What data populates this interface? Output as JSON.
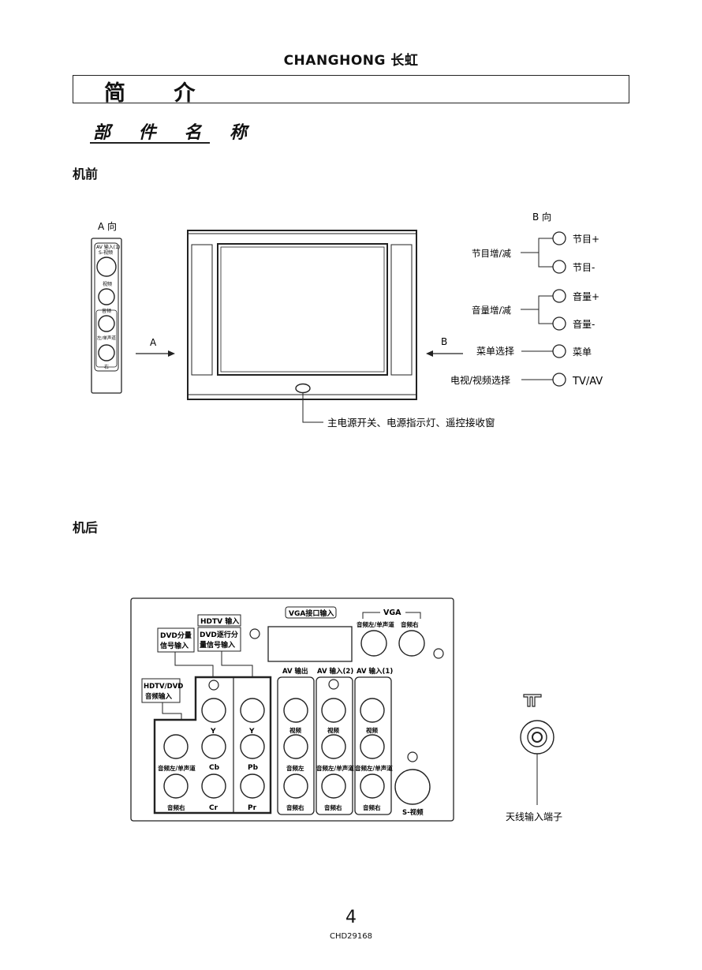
{
  "header": {
    "brand": "CHANGHONG 长虹"
  },
  "intro": {
    "title": "简 介",
    "subtitle": "部 件 名 称"
  },
  "front": {
    "heading": "机前",
    "side_a": {
      "label": "A 向",
      "jack_labels": [
        "AV 输入(1)",
        "S-视频",
        "视频",
        "音频",
        "左/单声道",
        "右"
      ]
    },
    "arrow_a": "A",
    "arrow_b": "B",
    "side_b": {
      "label": "B 向",
      "groups": [
        {
          "name": "节目增/减",
          "buttons": [
            "节目+",
            "节目-"
          ]
        },
        {
          "name": "音量增/减",
          "buttons": [
            "音量+",
            "音量-"
          ]
        },
        {
          "name": "菜单选择",
          "buttons": [
            "菜单"
          ]
        },
        {
          "name": "电视/视频选择",
          "buttons": [
            "TV/AV"
          ]
        }
      ]
    },
    "power_caption": "主电源开关、电源指示灯、遥控接收窗"
  },
  "rear": {
    "heading": "机后",
    "labels": {
      "vga_input": "VGA接口输入",
      "vga": "VGA",
      "vga_audio_l": "音频左/单声道",
      "vga_audio_r": "音频右",
      "hdtv_input": "HDTV 输入",
      "dvd_progressive": "DVD逐行分",
      "dvd_progressive2": "量信号输入",
      "dvd_component": "DVD分量",
      "dvd_component2": "信号输入",
      "hdtv_dvd": "HDTV/DVD",
      "hdtv_dvd2": "音频输入",
      "av_out": "AV 输出",
      "av_in2": "AV 输入(2)",
      "av_in1": "AV 输入(1)",
      "y": "Y",
      "cb": "Cb",
      "cr": "Cr",
      "pb": "Pb",
      "pr": "Pr",
      "video": "视频",
      "audio_l": "音频左",
      "audio_l_mono": "音频左/单声道",
      "audio_r": "音频右",
      "s_video": "S-视频",
      "antenna": "天线输入端子"
    }
  },
  "footer": {
    "page": "4",
    "code": "CHD29168"
  }
}
